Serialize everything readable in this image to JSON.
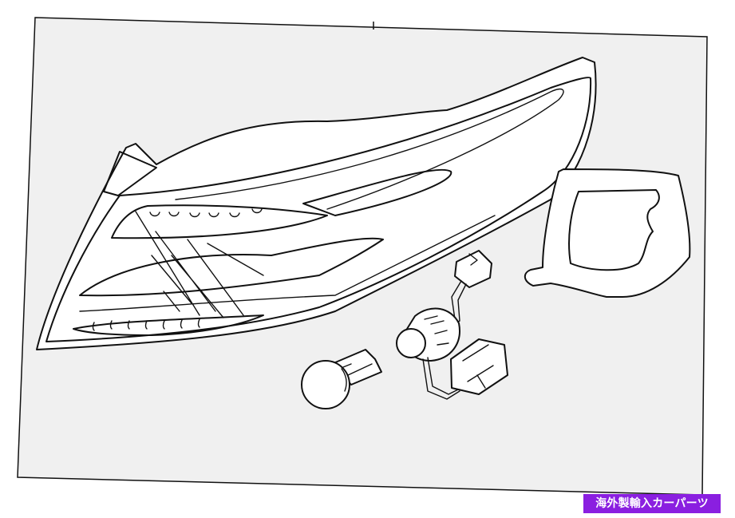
{
  "watermark": {
    "text": "海外製輸入カーパーツ",
    "color": "#8a1fe0"
  },
  "diagram": {
    "subject": "tail-lamp-assembly",
    "parts": [
      "tail-lamp-housing",
      "gasket",
      "bulb-socket-harness",
      "bulb"
    ],
    "background": "#f0f0f0",
    "line_color": "#111111"
  }
}
